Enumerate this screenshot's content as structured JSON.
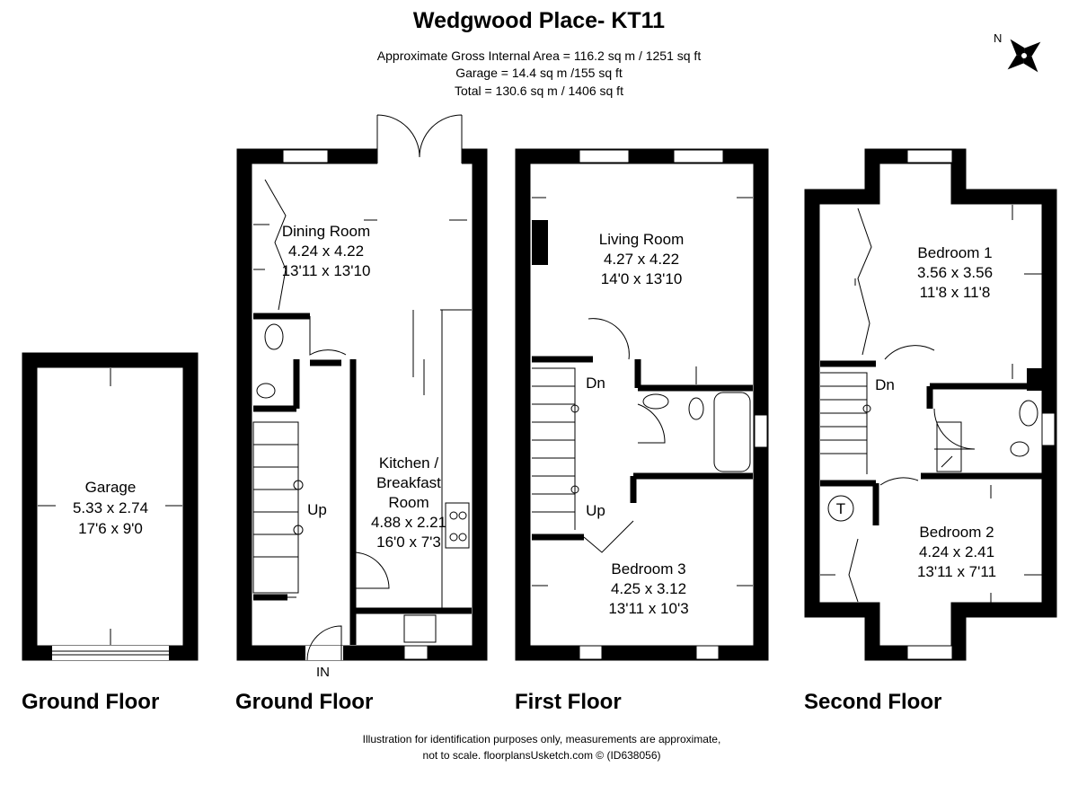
{
  "header": {
    "title": "Wedgwood Place- KT11",
    "area_line": "Approximate Gross Internal Area = 116.2 sq m / 1251 sq ft",
    "garage_line": "Garage = 14.4 sq m /155 sq ft",
    "total_line": "Total = 130.6 sq m / 1406 sq ft"
  },
  "compass": {
    "label": "N"
  },
  "garage": {
    "name": "Garage",
    "metric": "5.33 x 2.74",
    "imperial": "17'6 x 9'0",
    "floor_label": "Ground Floor"
  },
  "ground_floor": {
    "floor_label": "Ground Floor",
    "dining": {
      "name": "Dining Room",
      "metric": "4.24 x 4.22",
      "imperial": "13'11 x 13'10"
    },
    "kitchen": {
      "name1": "Kitchen /",
      "name2": "Breakfast",
      "name3": "Room",
      "metric": "4.88 x 2.21",
      "imperial": "16'0 x 7'3"
    },
    "stairs": "Up",
    "entrance": "IN"
  },
  "first_floor": {
    "floor_label": "First Floor",
    "living": {
      "name": "Living Room",
      "metric": "4.27 x 4.22",
      "imperial": "14'0 x 13'10"
    },
    "bedroom3": {
      "name": "Bedroom 3",
      "metric": "4.25 x 3.12",
      "imperial": "13'11 x 10'3"
    },
    "stairs_down": "Dn",
    "stairs_up": "Up"
  },
  "second_floor": {
    "floor_label": "Second Floor",
    "bedroom1": {
      "name": "Bedroom 1",
      "metric": "3.56 x 3.56",
      "imperial": "11'8 x 11'8"
    },
    "bedroom2": {
      "name": "Bedroom 2",
      "metric": "4.24 x 2.41",
      "imperial": "13'11 x 7'11"
    },
    "stairs_down": "Dn",
    "tank": "T"
  },
  "footer": {
    "line1": "Illustration for identification purposes only, measurements are approximate,",
    "line2": "not to scale. floorplansUsketch.com © (ID638056)"
  }
}
